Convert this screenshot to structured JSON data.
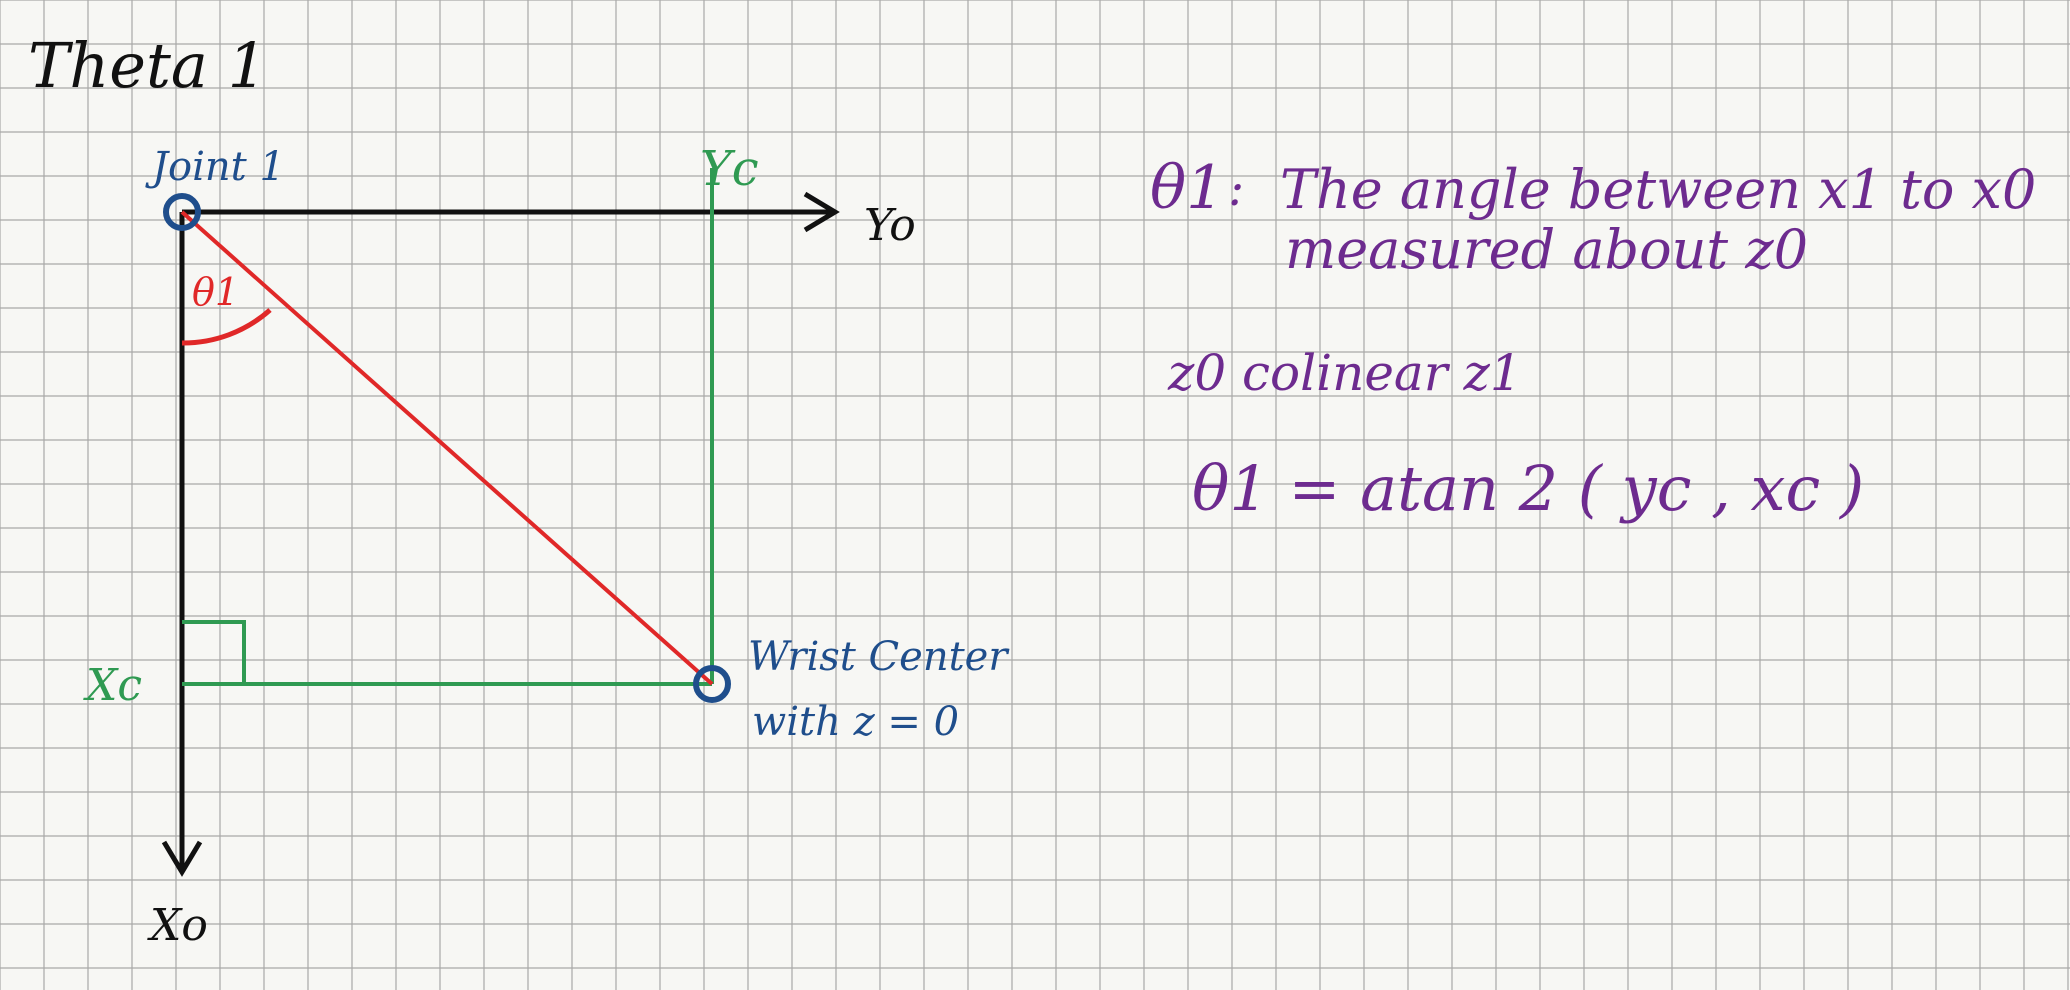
{
  "title": "Theta 1",
  "labels": {
    "joint": "Joint 1",
    "y_axis": "Yo",
    "x_axis": "Xo",
    "yc": "Yc",
    "xc": "Xc",
    "angle": "θ1",
    "wrist_line1": "Wrist Center",
    "wrist_line2": "with z = 0"
  },
  "notes": {
    "theta_symbol": "θ1",
    "colon": ":",
    "def_line1": "The angle between x1 to x0",
    "def_line2": "measured about z0",
    "colinear": "z0 colinear z1",
    "formula": "θ1 = atan 2 ( yc , xc )"
  },
  "colors": {
    "paper": "#f7f7f4",
    "grid": "#a8a8a8",
    "axes": "#111111",
    "joint": "#1f4e8c",
    "green": "#2f9a52",
    "red": "#e02828",
    "purple": "#6d2b8f"
  }
}
